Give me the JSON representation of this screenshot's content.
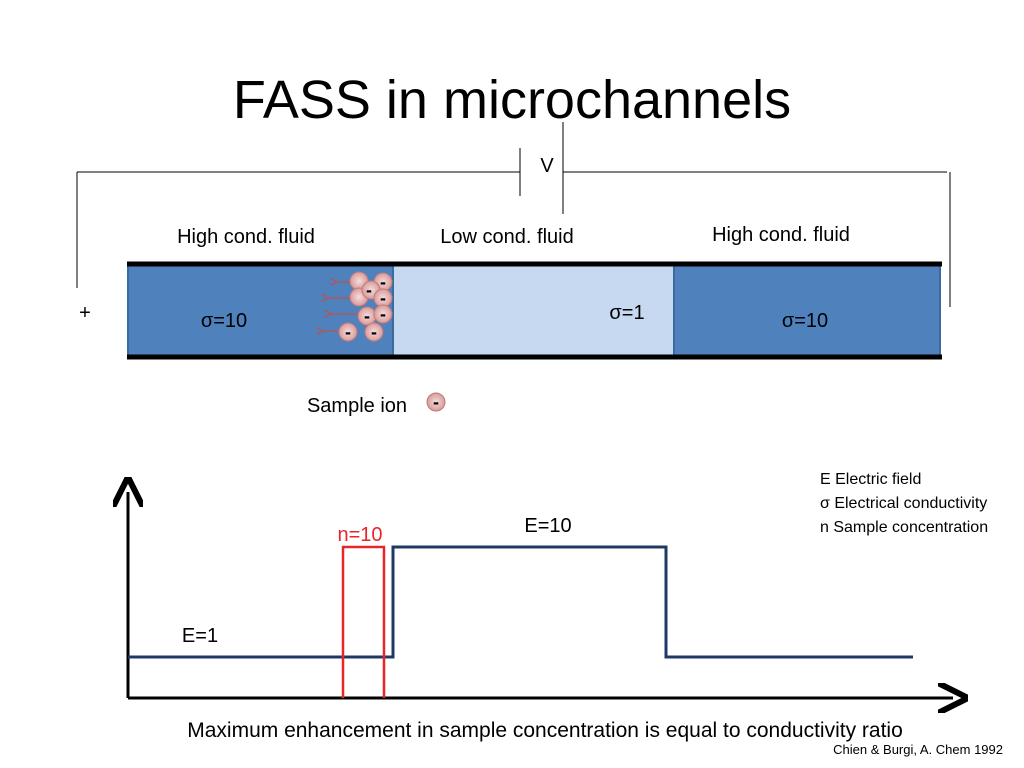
{
  "slide": {
    "title": "FASS in microchannels",
    "voltage_label": "V",
    "plus_label": "+",
    "regions": [
      {
        "label": "High cond. fluid",
        "sigma": "σ=10"
      },
      {
        "label": "Low cond. fluid",
        "sigma": "σ=1"
      },
      {
        "label": "High cond. fluid",
        "sigma": "σ=10"
      }
    ],
    "legend_sample_ion": "Sample ion",
    "ion_symbol": "-",
    "graph": {
      "e_low_label": "E=1",
      "e_high_label": "E=10",
      "n_label": "n=10"
    },
    "definitions": [
      "E Electric field",
      "σ Electrical conductivity",
      "n Sample concentration"
    ],
    "caption": "Maximum enhancement in sample concentration is equal to conductivity ratio",
    "citation": "Chien & Burgi, A. Chem 1992",
    "colors": {
      "high_cond": "#4f81bd",
      "low_cond": "#c6d9f1",
      "field_line": "#1f3864",
      "sample_band": "#e8262a",
      "ion_fill": "#e6b3b3",
      "arrow": "#c0504d"
    }
  }
}
